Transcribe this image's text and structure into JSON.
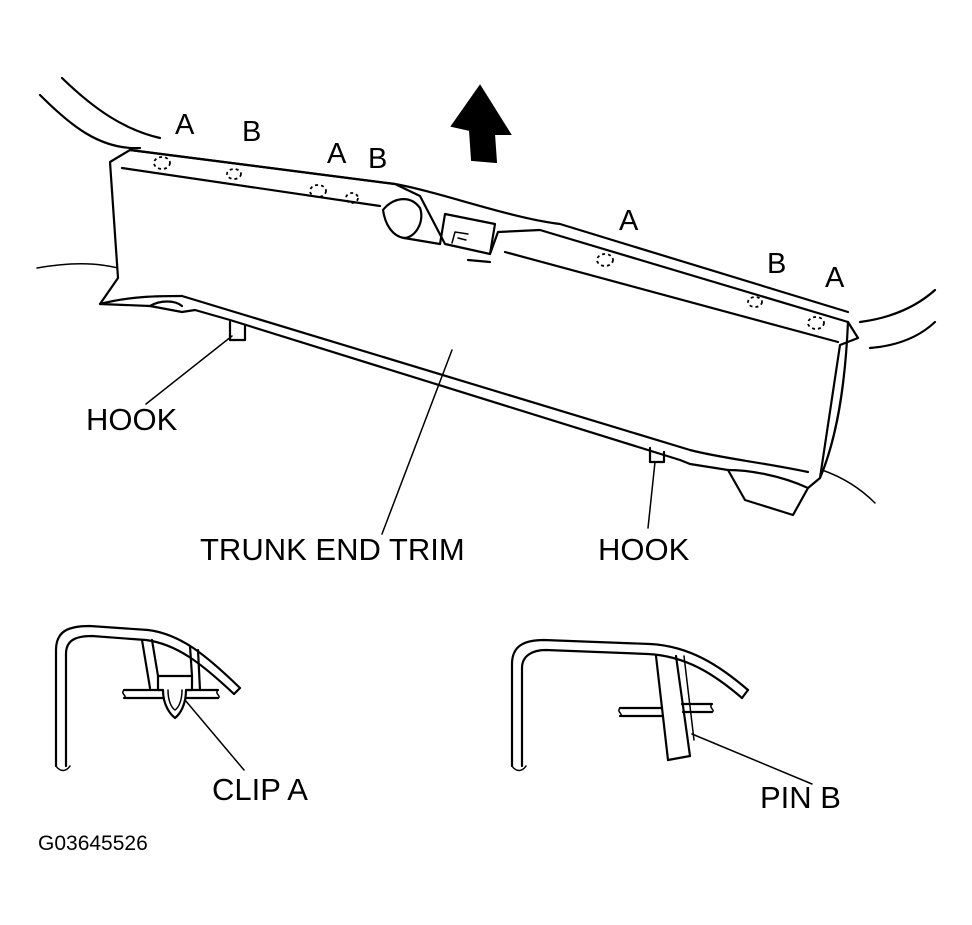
{
  "labels": {
    "hook_left": "HOOK",
    "hook_right": "HOOK",
    "trunk_end_trim": "TRUNK END TRIM",
    "clip_a": "CLIP A",
    "pin_b": "PIN B",
    "figure_code": "G03645526"
  },
  "fastener_letters": {
    "a1": "A",
    "b1": "B",
    "a2": "A",
    "b2": "B",
    "a3": "A",
    "b3": "B",
    "a4": "A"
  },
  "icons": {
    "direction_arrow": "up-arrow-icon"
  }
}
